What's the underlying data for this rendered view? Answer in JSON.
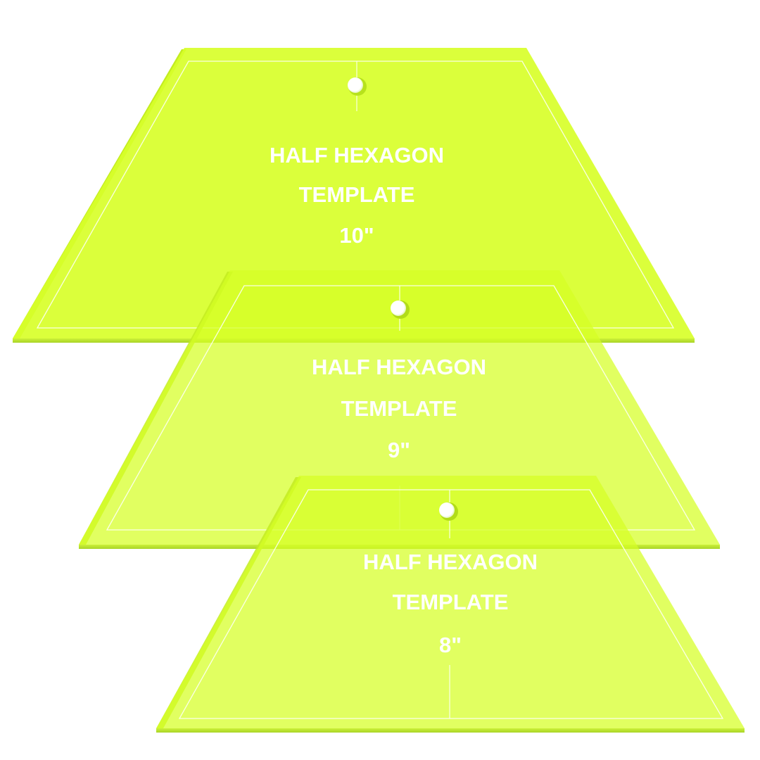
{
  "colors": {
    "background": "#ffffff",
    "acrylic_fill": "#d8ff2a",
    "acrylic_edge": "#b8e619",
    "engraving": "#ffffff"
  },
  "templates": [
    {
      "line1": "HALF HEXAGON",
      "line2": "TEMPLATE",
      "size": "10\""
    },
    {
      "line1": "HALF HEXAGON",
      "line2": "TEMPLATE",
      "size": "9\""
    },
    {
      "line1": "HALF HEXAGON",
      "line2": "TEMPLATE",
      "size": "8\""
    }
  ]
}
